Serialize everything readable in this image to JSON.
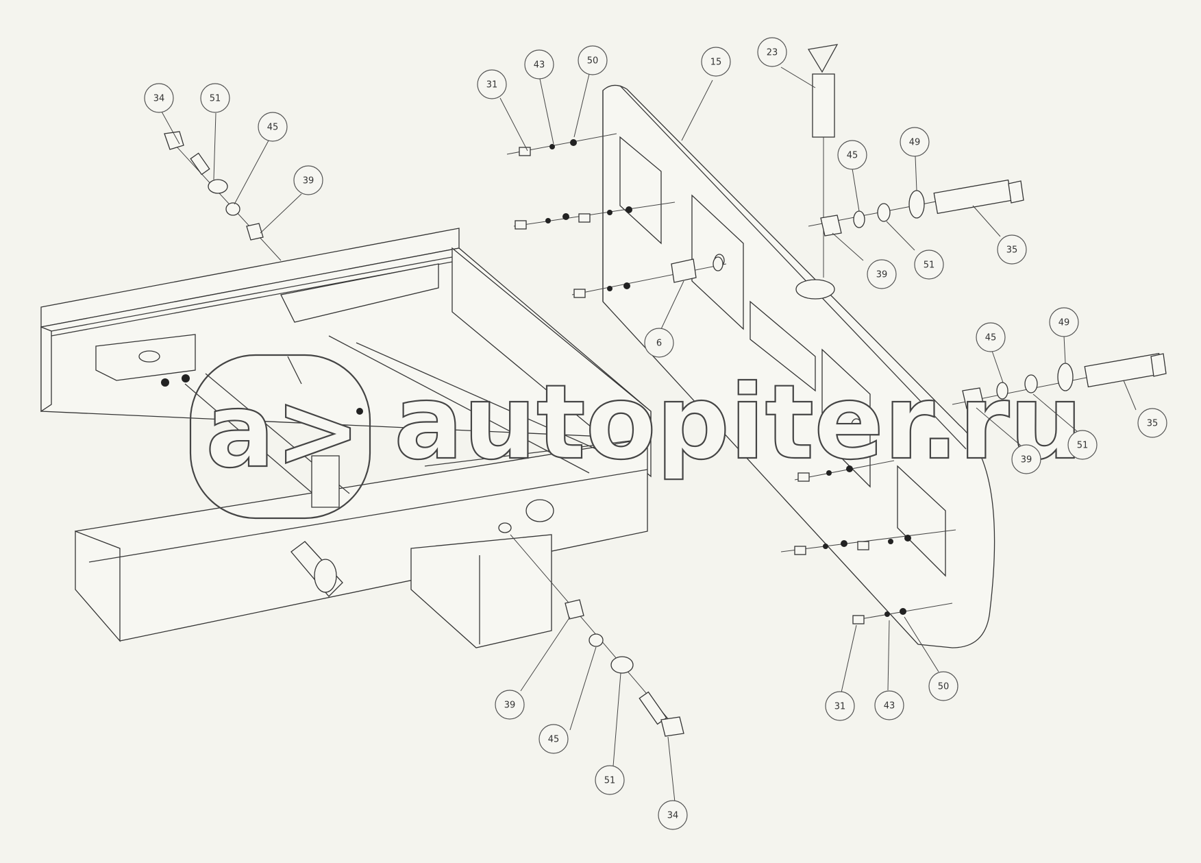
{
  "watermark": {
    "logo_glyph": "a>",
    "text": "autopiter.ru"
  },
  "callouts": [
    "34",
    "51",
    "45",
    "39",
    "31",
    "43",
    "50",
    "15",
    "23",
    "45",
    "49",
    "35",
    "39",
    "51",
    "6",
    "45",
    "49",
    "35",
    "39",
    "51",
    "31",
    "43",
    "50",
    "39",
    "45",
    "51",
    "34"
  ]
}
